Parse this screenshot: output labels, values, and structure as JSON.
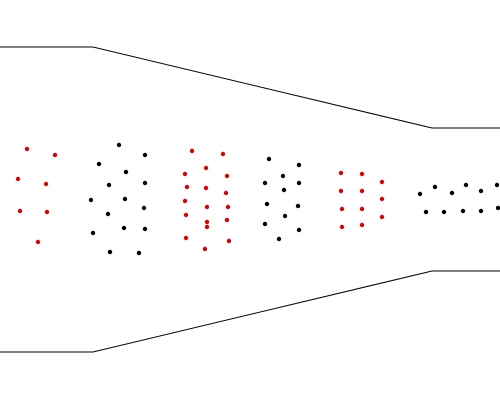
{
  "colors": {
    "background": "#ffffff",
    "outline": "#000000",
    "red": "#dd0000",
    "black": "#000000"
  },
  "nozzle": {
    "description_visible_text": []
  },
  "particle_groups": [
    {
      "name": "group-1",
      "color_key": "red"
    },
    {
      "name": "group-2",
      "color_key": "black"
    },
    {
      "name": "group-3",
      "color_key": "red"
    },
    {
      "name": "group-4",
      "color_key": "black"
    },
    {
      "name": "group-5",
      "color_key": "red"
    },
    {
      "name": "group-6",
      "color_key": "black"
    }
  ]
}
